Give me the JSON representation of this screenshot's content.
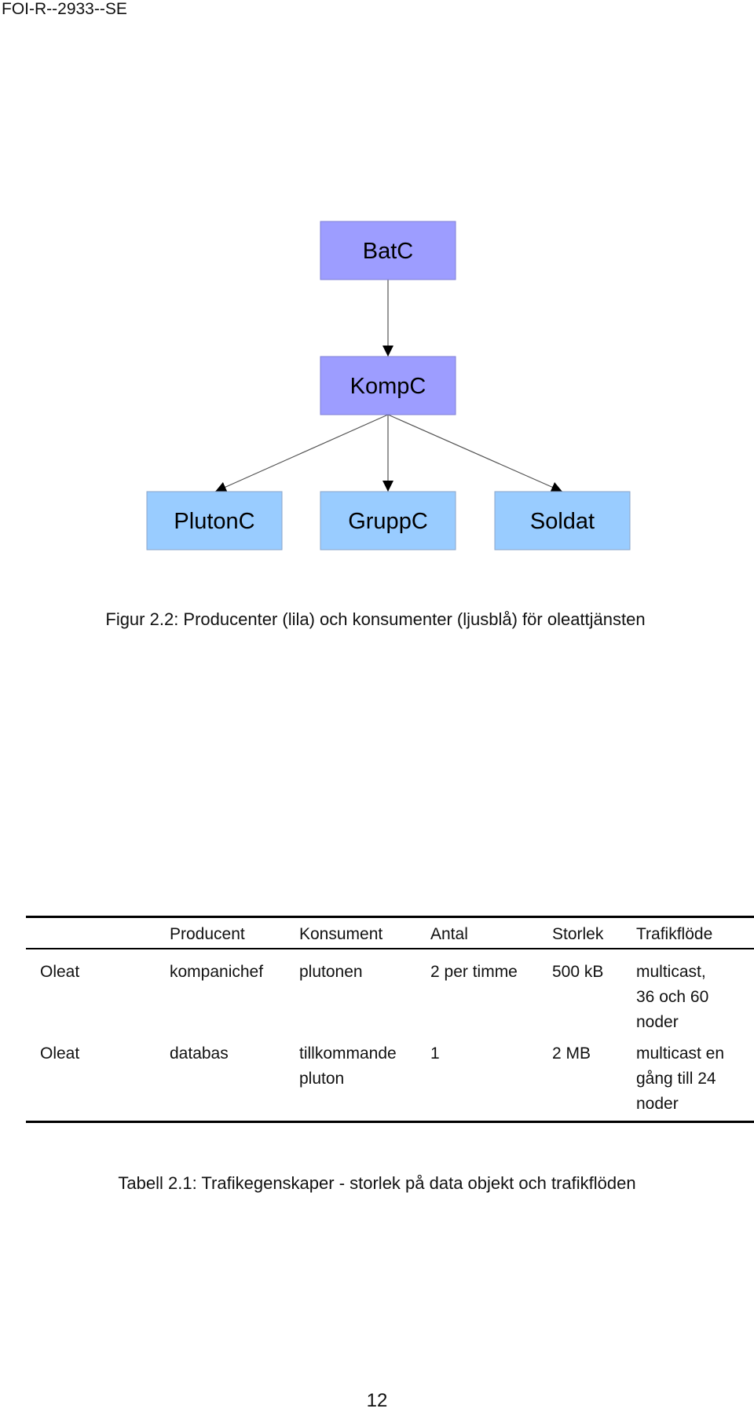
{
  "header": {
    "doc_id": "FOI-R--2933--SE"
  },
  "diagram": {
    "colors": {
      "producer_fill": "#9d9dff",
      "producer_stroke": "#7f7fd4",
      "consumer_fill": "#99ccff",
      "consumer_stroke": "#8aa4c8",
      "edge": "#555555"
    },
    "nodes": {
      "batc": {
        "label": "BatC",
        "role": "producer"
      },
      "kompc": {
        "label": "KompC",
        "role": "producer"
      },
      "plutonc": {
        "label": "PlutonC",
        "role": "consumer"
      },
      "gruppc": {
        "label": "GruppC",
        "role": "consumer"
      },
      "soldat": {
        "label": "Soldat",
        "role": "consumer"
      }
    },
    "edges": [
      [
        "batc",
        "kompc"
      ],
      [
        "kompc",
        "plutonc"
      ],
      [
        "kompc",
        "gruppc"
      ],
      [
        "kompc",
        "soldat"
      ]
    ]
  },
  "figure_caption": "Figur 2.2: Producenter (lila) och konsumenter (ljusblå) för oleattjänsten",
  "table": {
    "headers": [
      "",
      "Producent",
      "Konsument",
      "Antal",
      "Storlek",
      "Trafikflöde"
    ],
    "rows": [
      [
        "Oleat",
        "kompanichef",
        "plutonen",
        "2 per timme",
        "500 kB",
        "multicast,\n36 och 60\nnoder"
      ],
      [
        "Oleat",
        "databas",
        "tillkommande\npluton",
        "1",
        "2 MB",
        "multicast en\ngång till 24\nnoder"
      ]
    ]
  },
  "table_caption": "Tabell 2.1: Trafikegenskaper - storlek på data objekt och trafikflöden",
  "page_number": "12"
}
